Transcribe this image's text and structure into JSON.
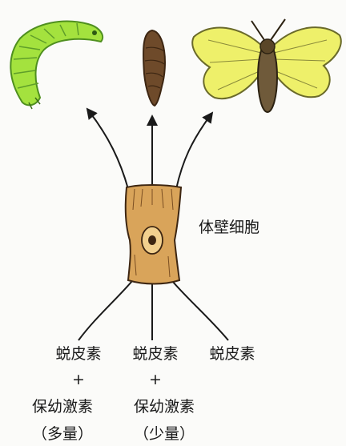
{
  "cell_label": "体壁细胞",
  "inputs": [
    {
      "hormone": "蜕皮素",
      "plus": "+",
      "second": "保幼激素",
      "amount": "（多量）"
    },
    {
      "hormone": "蜕皮素",
      "plus": "+",
      "second": "保幼激素",
      "amount": "（少量）"
    },
    {
      "hormone": "蜕皮素"
    }
  ],
  "stages": [
    {
      "icon": "larva-icon",
      "color": "#9fe23a"
    },
    {
      "icon": "pupa-icon",
      "color": "#6b4a2a"
    },
    {
      "icon": "moth-icon",
      "color": "#eef06a"
    }
  ],
  "colors": {
    "cell": "#d9a45a",
    "arrow": "#1a1a1a"
  }
}
